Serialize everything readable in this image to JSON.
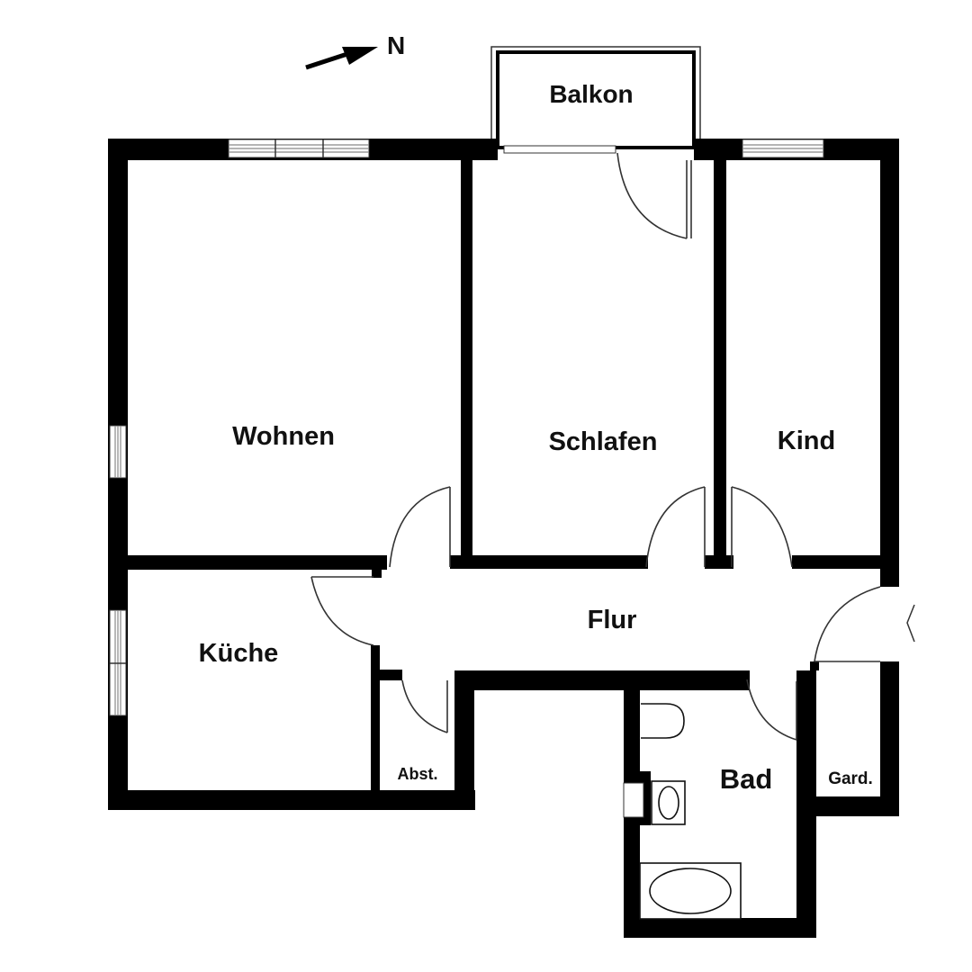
{
  "plan": {
    "compass": {
      "label": "N",
      "icon": "north-arrow-icon"
    },
    "colors": {
      "wall": "#000000",
      "background": "#ffffff",
      "door_line": "#333333",
      "window_line": "#888888"
    },
    "rooms": {
      "balkon": "Balkon",
      "wohnen": "Wohnen",
      "schlafen": "Schlafen",
      "kind": "Kind",
      "flur": "Flur",
      "kueche": "Küche",
      "abst": "Abst.",
      "bad": "Bad",
      "gard": "Gard."
    }
  }
}
